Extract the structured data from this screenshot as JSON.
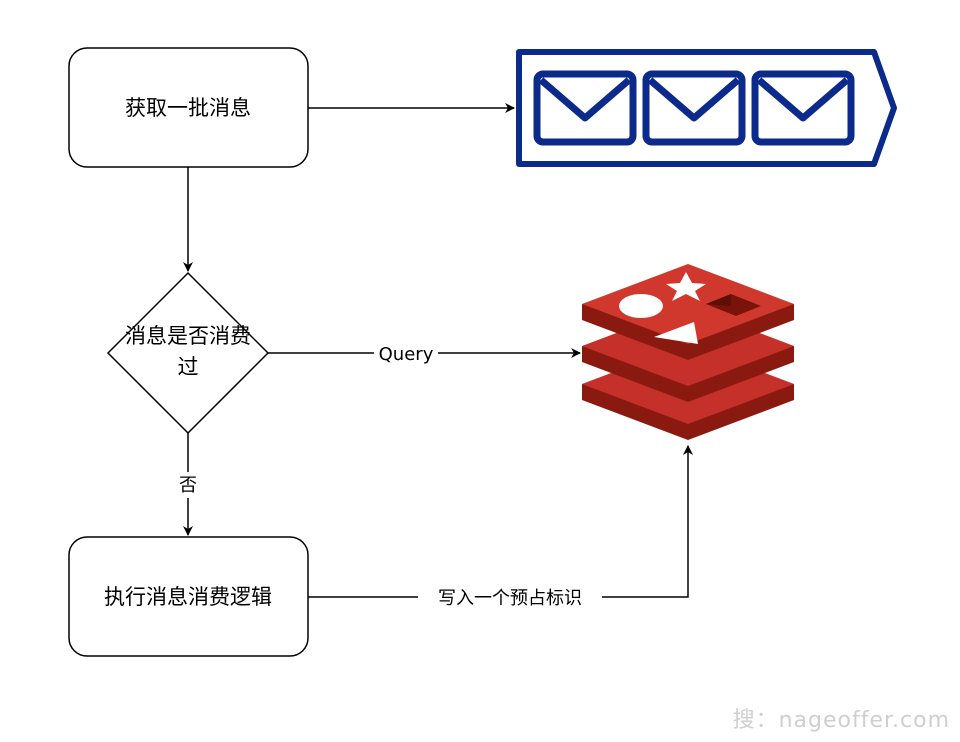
{
  "nodes": {
    "fetch_batch": "获取一批消息",
    "check_consumed_line1": "消息是否消费",
    "check_consumed_line2": "过",
    "execute_logic": "执行消息消费逻辑"
  },
  "edges": {
    "query": "Query",
    "no": "否",
    "write_marker": "写入一个预占标识"
  },
  "icons": {
    "message_queue": "message-queue-icon",
    "redis": "redis-logo-icon"
  },
  "colors": {
    "queue_blue": "#0b2a8c",
    "redis_red": "#c6302b",
    "redis_dark": "#a41e11",
    "redis_side": "#8a1a10"
  },
  "watermark": "搜：nageoffer.com"
}
